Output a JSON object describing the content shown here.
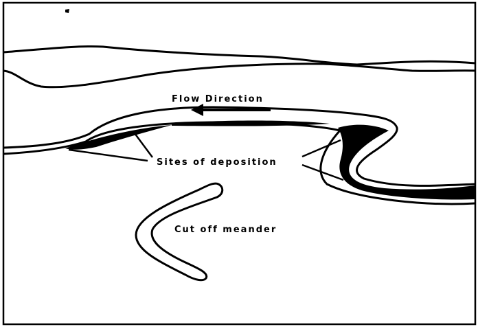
{
  "labels": {
    "flow_direction": "Flow Direction",
    "sites_of_deposition": "Sites of deposition",
    "cut_off_meander": "Cut off meander"
  },
  "colors": {
    "ink": "#000000",
    "paper": "#ffffff"
  }
}
